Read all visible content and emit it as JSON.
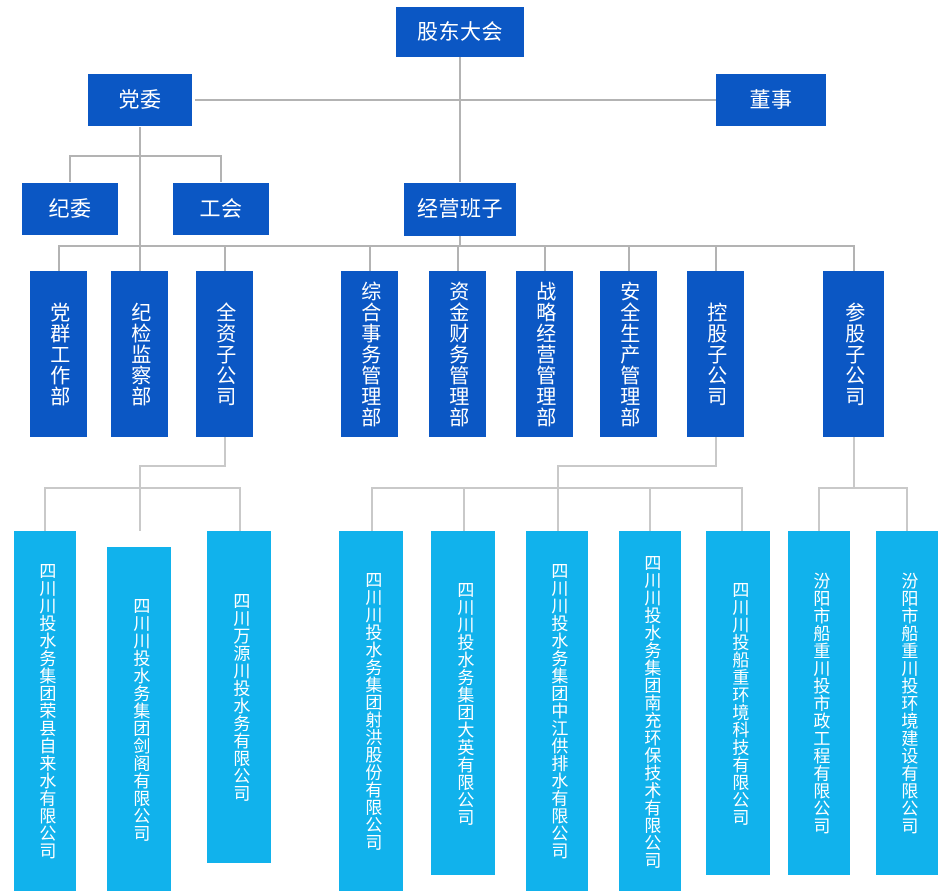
{
  "title": "组织架构图",
  "colors": {
    "dark_box": "#0b57c4",
    "light_box": "#11b2ec",
    "connector": "#b3b3b3",
    "background": "#ffffff",
    "text": "#ffffff"
  },
  "levels": {
    "level1": [
      {
        "id": "shareholders",
        "label": "股东大会"
      }
    ],
    "level2": [
      {
        "id": "party-committee",
        "label": "党委"
      },
      {
        "id": "directors",
        "label": "董事"
      }
    ],
    "level3": [
      {
        "id": "discipline-committee",
        "label": "纪委"
      },
      {
        "id": "labor-union",
        "label": "工会"
      },
      {
        "id": "management-team",
        "label": "经营班子"
      }
    ],
    "level4": [
      {
        "id": "party-mass-work-dept",
        "label": "党群工作部"
      },
      {
        "id": "discipline-inspection-dept",
        "label": "纪检监察部"
      },
      {
        "id": "wholly-owned-subsidiaries",
        "label": "全资子公司"
      },
      {
        "id": "general-affairs-dept",
        "label": "综合事务管理部"
      },
      {
        "id": "finance-dept",
        "label": "资金财务管理部"
      },
      {
        "id": "strategy-operations-dept",
        "label": "战略经营管理部"
      },
      {
        "id": "safety-production-dept",
        "label": "安全生产管理部"
      },
      {
        "id": "holding-subsidiaries",
        "label": "控股子公司"
      },
      {
        "id": "equity-participation-subsidiaries",
        "label": "参股子公司"
      }
    ],
    "level5": [
      {
        "id": "rongxian-water",
        "label": "四川川投水务集团荣县自来水有限公司",
        "parent": "wholly-owned-subsidiaries"
      },
      {
        "id": "jiange-water",
        "label": "四川川投水务集团剑阁有限公司",
        "parent": "wholly-owned-subsidiaries"
      },
      {
        "id": "wanyuan-water",
        "label": "四川万源川投水务有限公司",
        "parent": "wholly-owned-subsidiaries"
      },
      {
        "id": "shehong-water",
        "label": "四川川投水务集团射洪股份有限公司",
        "parent": "holding-subsidiaries"
      },
      {
        "id": "daying-water",
        "label": "四川川投水务集团大英有限公司",
        "parent": "holding-subsidiaries"
      },
      {
        "id": "zhongjiang-water",
        "label": "四川川投水务集团中江供排水有限公司",
        "parent": "holding-subsidiaries"
      },
      {
        "id": "nanchong-env",
        "label": "四川川投水务集团南充环保技术有限公司",
        "parent": "holding-subsidiaries"
      },
      {
        "id": "chuanzhong-env-tech",
        "label": "四川川投船重环境科技有限公司",
        "parent": "holding-subsidiaries"
      },
      {
        "id": "fenyang-municipal",
        "label": "汾阳市船重川投市政工程有限公司",
        "parent": "equity-participation-subsidiaries"
      },
      {
        "id": "fenyang-env-construction",
        "label": "汾阳市船重川投环境建设有限公司",
        "parent": "equity-participation-subsidiaries"
      }
    ]
  }
}
